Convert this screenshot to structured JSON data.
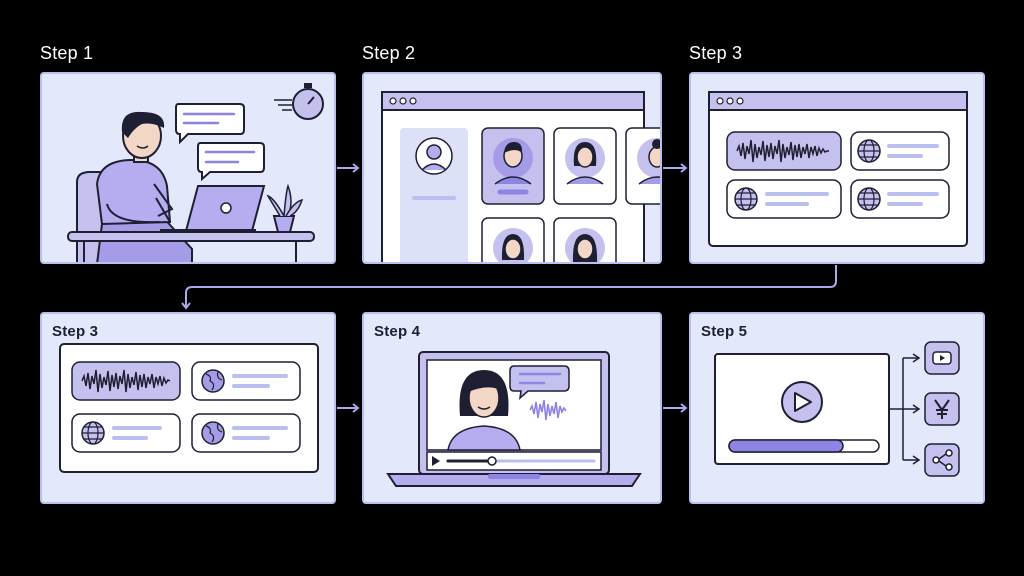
{
  "steps": [
    {
      "label": "Step 1"
    },
    {
      "label": "Step 2"
    },
    {
      "label": "Step 3"
    },
    {
      "label": "Step 3"
    },
    {
      "label": "Step 4"
    },
    {
      "label": "Step 5"
    }
  ],
  "colors": {
    "panel_bg": "#e4e8fb",
    "panel_border": "#b9bfef",
    "accent": "#b5adf0",
    "accent_dark": "#8d84e3",
    "outline": "#1e1f33",
    "arrow": "#a9a8ec"
  },
  "icons": {
    "step1": [
      "person-icon",
      "laptop-icon",
      "chat-bubble-icon",
      "stopwatch-icon",
      "plant-icon"
    ],
    "step2": [
      "browser-window-icon",
      "avatar-icon"
    ],
    "step3": [
      "audio-waveform-icon",
      "globe-icon"
    ],
    "step4": [
      "laptop-icon",
      "presenter-icon",
      "chat-bubble-icon",
      "audio-waveform-icon",
      "play-icon"
    ],
    "step5": [
      "video-player-icon",
      "play-icon",
      "youtube-icon",
      "y-logo-icon",
      "share-icon"
    ]
  }
}
